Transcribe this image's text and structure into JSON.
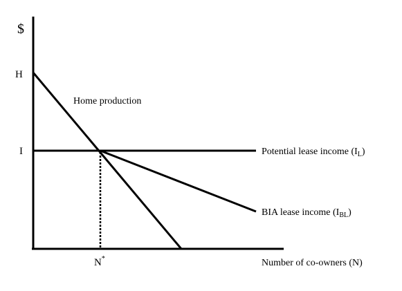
{
  "y_axis_label": "$",
  "x_axis_label": "Number of co-owners (N)",
  "y_tick_H": "H",
  "y_tick_I": "I",
  "x_tick_N": "N",
  "x_tick_N_sup": "*",
  "curves": {
    "home_production": "Home production",
    "potential_lease": {
      "text": "Potential  lease income  (I",
      "sub": "L",
      "close": ")"
    },
    "bia_lease": {
      "text": "BIA lease income  (I",
      "sub": "BL",
      "close": ")"
    }
  }
}
